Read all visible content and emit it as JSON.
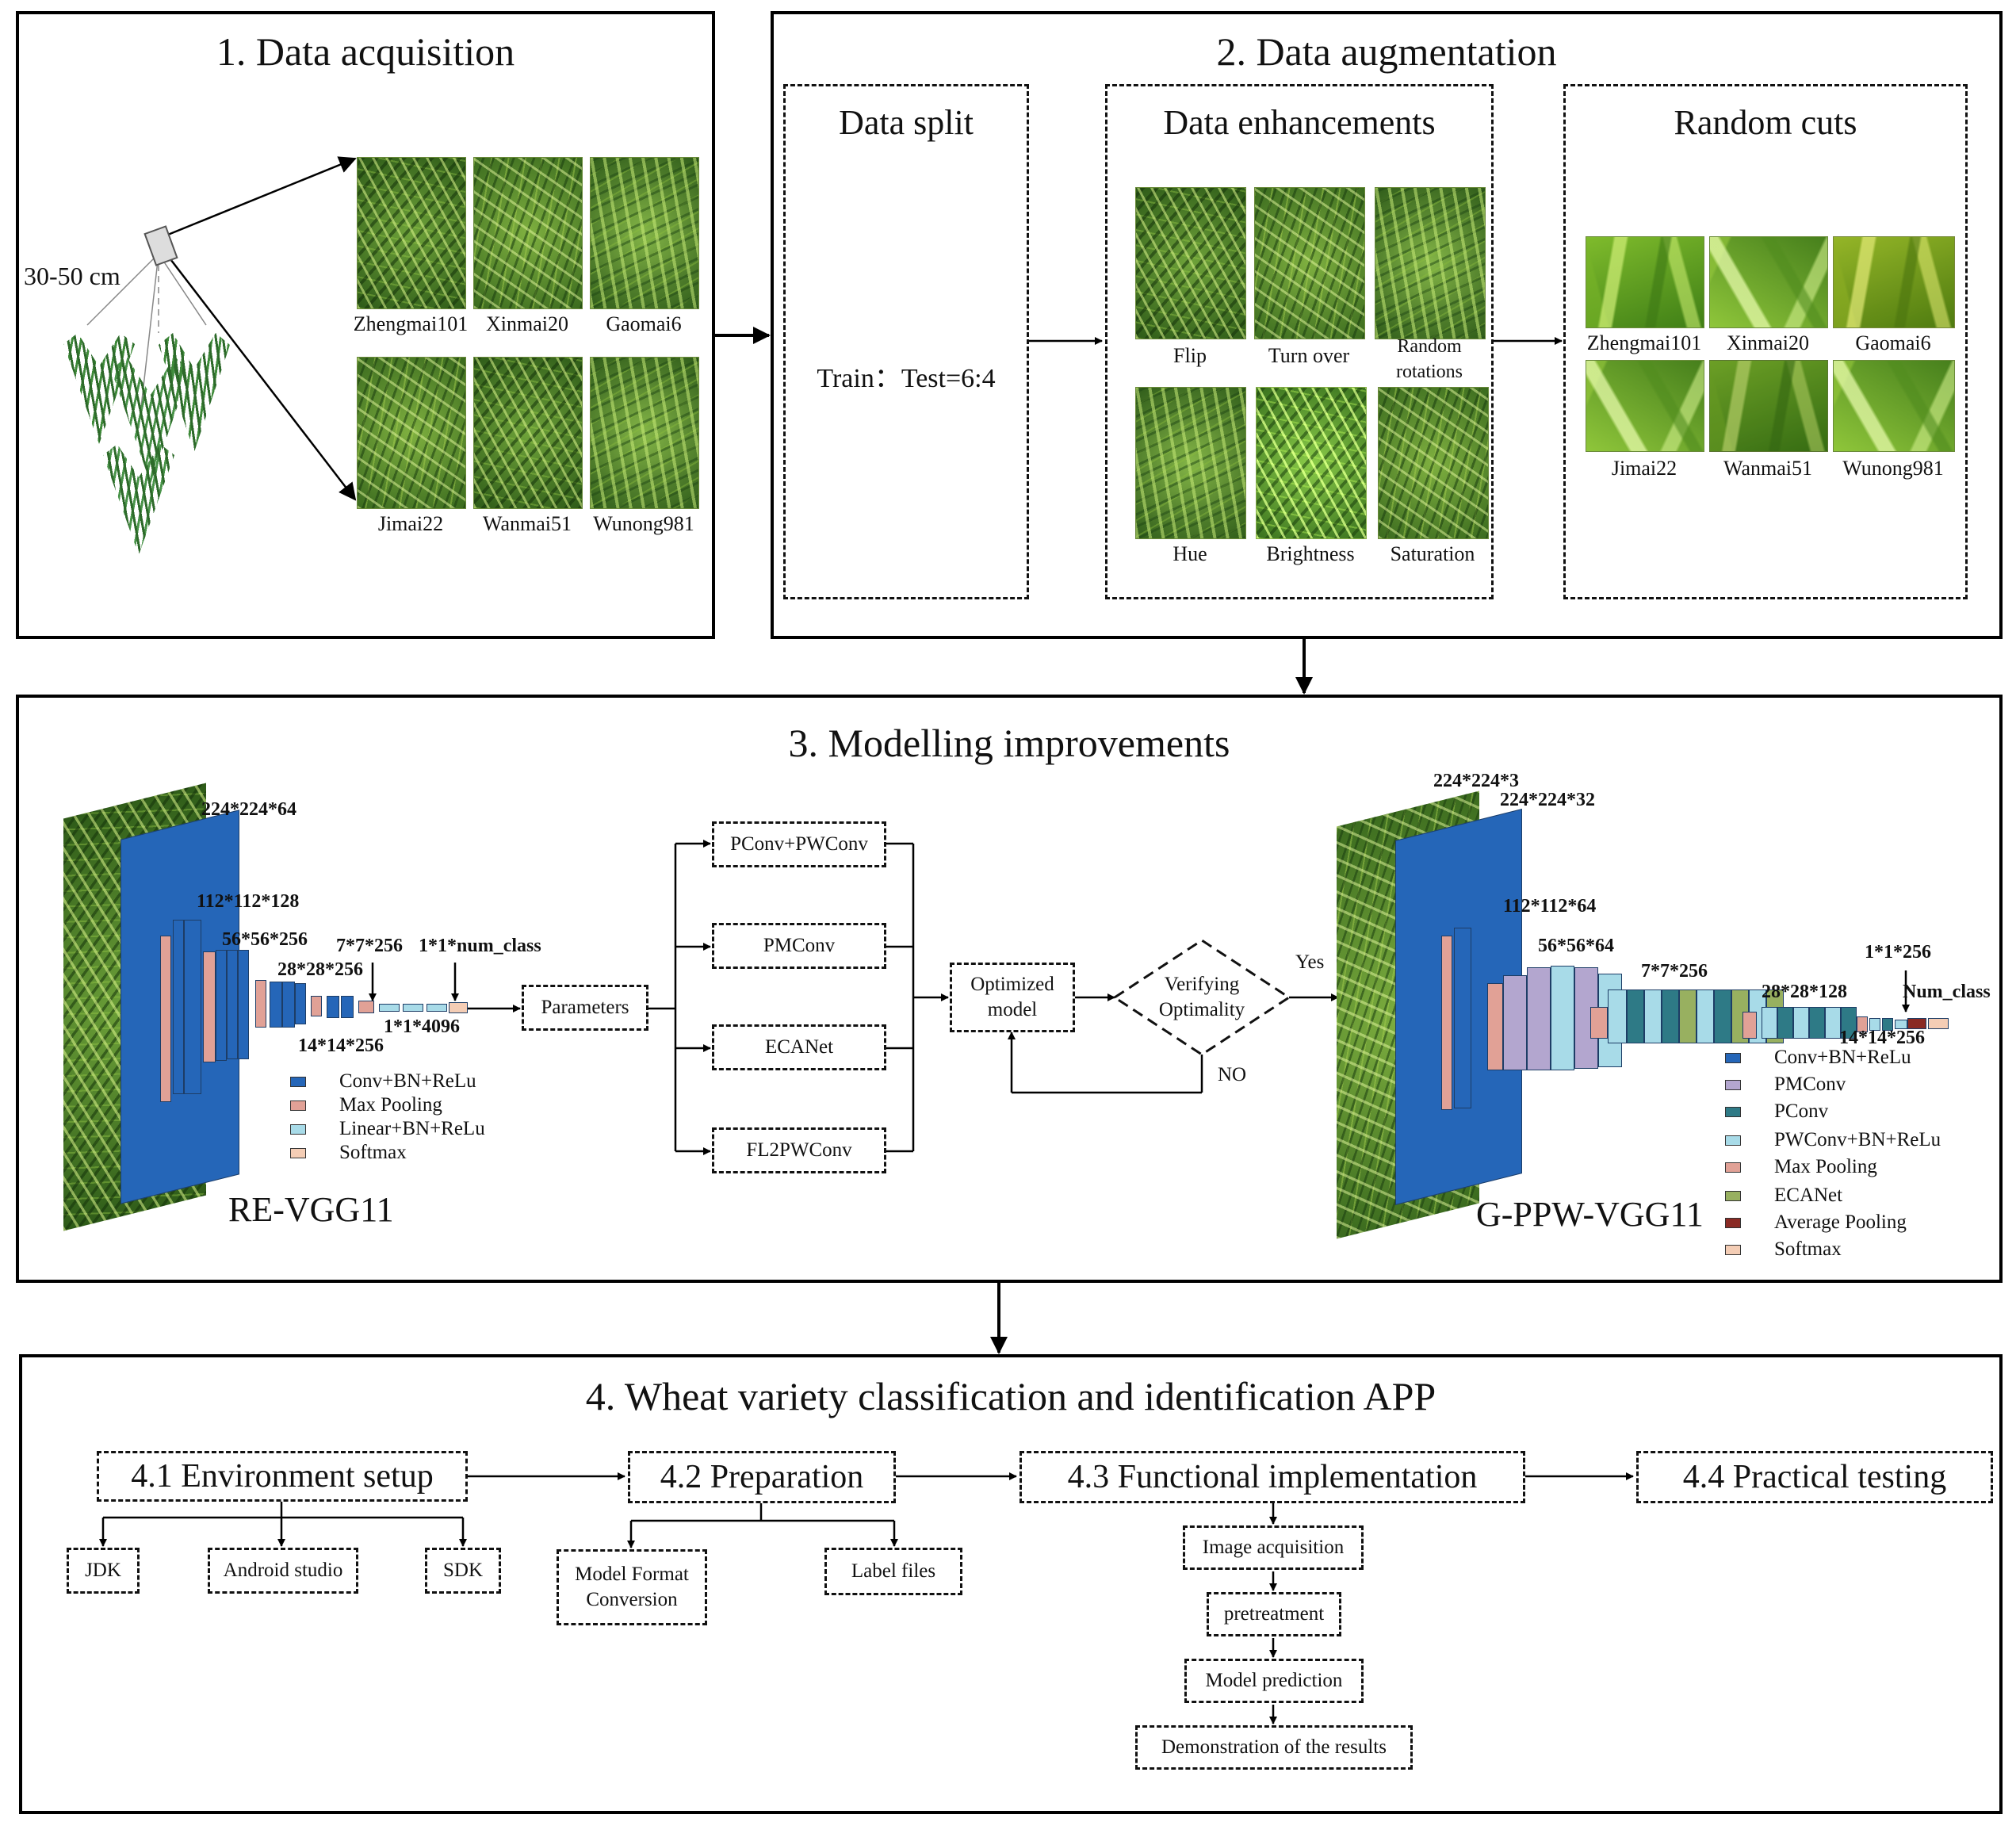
{
  "s1": {
    "title": "1. Data acquisition",
    "height_label": "30-50 cm",
    "varieties": [
      "Zhengmai101",
      "Xinmai20",
      "Gaomai6",
      "Jimai22",
      "Wanmai51",
      "Wunong981"
    ]
  },
  "s2": {
    "title": "2. Data augmentation",
    "split": {
      "title": "Data split",
      "ratio": "Train：Test=6:4"
    },
    "enh": {
      "title": "Data enhancements",
      "ops": [
        "Flip",
        "Turn over",
        "Random",
        "rotations",
        "Hue",
        "Brightness",
        "Saturation"
      ]
    },
    "cuts": {
      "title": "Random cuts",
      "varieties": [
        "Zhengmai101",
        "Xinmai20",
        "Gaomai6",
        "Jimai22",
        "Wanmai51",
        "Wunong981"
      ]
    }
  },
  "s3": {
    "title": "3. Modelling improvements",
    "revgg": {
      "name": "RE-VGG11",
      "dims": [
        "224*224*64",
        "112*112*128",
        "56*56*256",
        "28*28*256",
        "7*7*256",
        "1*1*num_class",
        "14*14*256",
        "1*1*4096"
      ],
      "legend": [
        {
          "label": "Conv+BN+ReLu",
          "color": "#2566b8"
        },
        {
          "label": "Max Pooling",
          "color": "#e1a196"
        },
        {
          "label": "Linear+BN+ReLu",
          "color": "#a8dbe8"
        },
        {
          "label": "Softmax",
          "color": "#f4cdb5"
        }
      ]
    },
    "flow": {
      "parameters": "Parameters",
      "modules": [
        "PConv+PWConv",
        "PMConv",
        "ECANet",
        "FL2PWConv"
      ],
      "optimized_1": "Optimized",
      "optimized_2": "model",
      "verify_1": "Verifying",
      "verify_2": "Optimality",
      "yes": "Yes",
      "no": "NO"
    },
    "gppw": {
      "name": "G-PPW-VGG11",
      "dims": [
        "224*224*3",
        "224*224*32",
        "112*112*64",
        "56*56*64",
        "7*7*256",
        "28*28*128",
        "1*1*256",
        "Num_class",
        "14*14*256"
      ],
      "legend": [
        {
          "label": "Conv+BN+ReLu",
          "color": "#2566b8"
        },
        {
          "label": "PMConv",
          "color": "#b3a6cf"
        },
        {
          "label": "PConv",
          "color": "#2e7a86"
        },
        {
          "label": "PWConv+BN+ReLu",
          "color": "#a8dbe8"
        },
        {
          "label": "Max Pooling",
          "color": "#e1a196"
        },
        {
          "label": "ECANet",
          "color": "#98b060"
        },
        {
          "label": "Average Pooling",
          "color": "#8a2a24"
        },
        {
          "label": "Softmax",
          "color": "#f4cdb5"
        }
      ]
    }
  },
  "s4": {
    "title": "4. Wheat variety classification and identification APP",
    "steps": [
      "4.1 Environment setup",
      "4.2 Preparation",
      "4.3 Functional implementation",
      "4.4 Practical testing"
    ],
    "env": [
      "JDK",
      "Android studio",
      "SDK"
    ],
    "prep": {
      "convert_1": "Model Format",
      "convert_2": "Conversion",
      "labels": "Label files"
    },
    "func": [
      "Image acquisition",
      "pretreatment",
      "Model prediction",
      "Demonstration of the results"
    ]
  }
}
